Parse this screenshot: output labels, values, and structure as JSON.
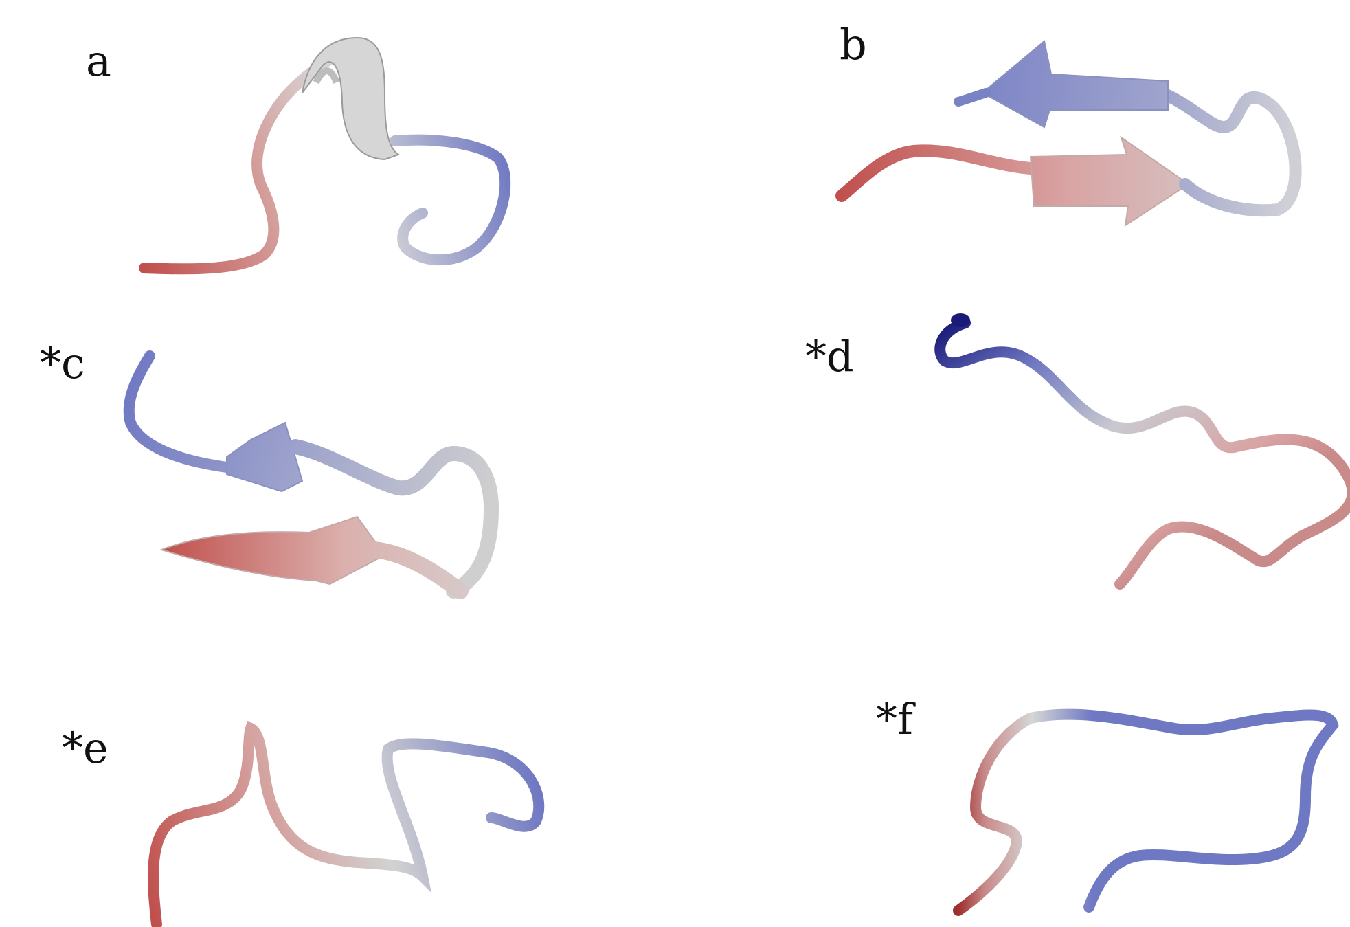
{
  "panels": [
    {
      "id": "a",
      "label": "a",
      "structure": "helix-coil"
    },
    {
      "id": "b",
      "label": "b",
      "structure": "beta-hairpin"
    },
    {
      "id": "c",
      "label": "*c",
      "structure": "beta-hairpin"
    },
    {
      "id": "d",
      "label": "*d",
      "structure": "extended-coil"
    },
    {
      "id": "e",
      "label": "*e",
      "structure": "coil"
    },
    {
      "id": "f",
      "label": "*f",
      "structure": "coil"
    }
  ],
  "colors": {
    "n_terminus_red": "#c0504d",
    "light_red": "#d9a3a3",
    "neutral_white": "#dcdcdc",
    "light_blue": "#9ea3cc",
    "c_terminus_blue": "#6f78c2",
    "dark_blue": "#1a1a78"
  }
}
